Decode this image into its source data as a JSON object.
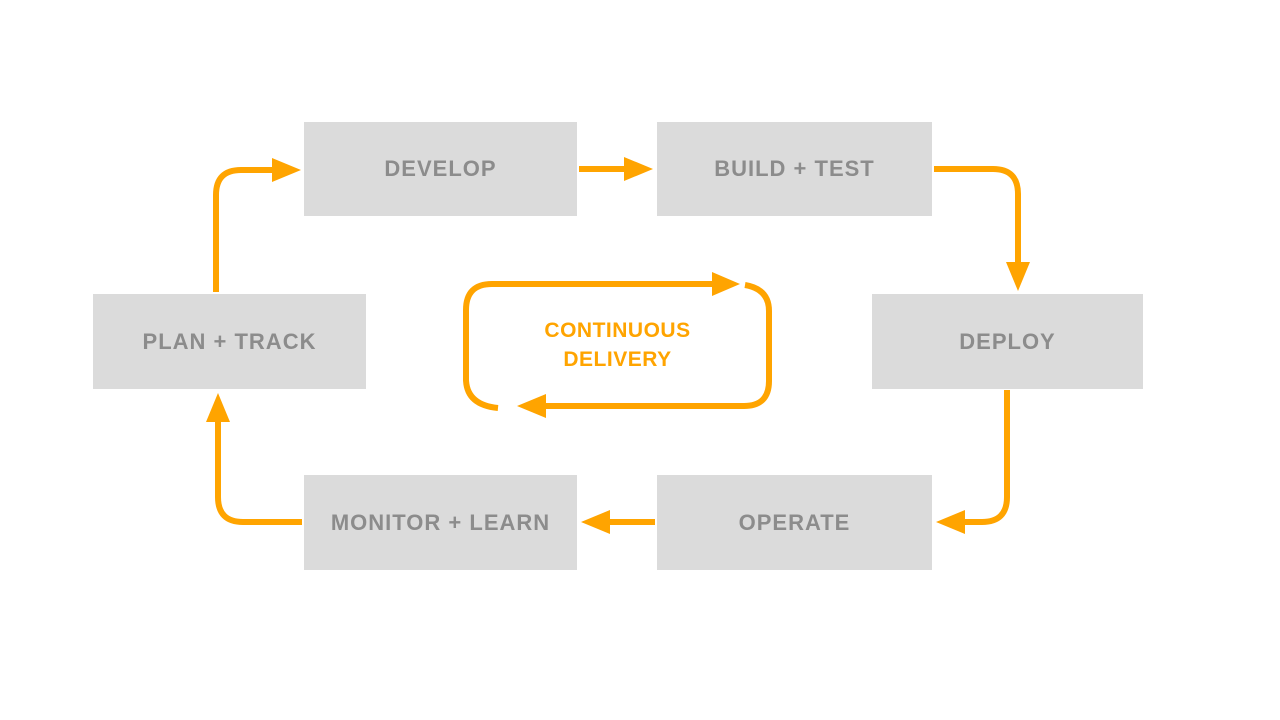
{
  "diagram": {
    "type": "cycle-flow-diagram",
    "center": {
      "lines": [
        "CONTINUOUS",
        "DELIVERY"
      ]
    },
    "nodes": [
      {
        "id": "develop",
        "label": "DEVELOP"
      },
      {
        "id": "build-test",
        "label": "BUILD + TEST"
      },
      {
        "id": "deploy",
        "label": "DEPLOY"
      },
      {
        "id": "operate",
        "label": "OPERATE"
      },
      {
        "id": "monitor-learn",
        "label": "MONITOR + LEARN"
      },
      {
        "id": "plan-track",
        "label": "PLAN + TRACK"
      }
    ],
    "flow_order": [
      "PLAN + TRACK",
      "DEVELOP",
      "BUILD + TEST",
      "DEPLOY",
      "OPERATE",
      "MONITOR + LEARN"
    ],
    "colors": {
      "accent": "#FFA400",
      "node_background": "#DBDBDB",
      "node_text": "#8C8C8C",
      "page_background": "#FFFFFF"
    }
  }
}
